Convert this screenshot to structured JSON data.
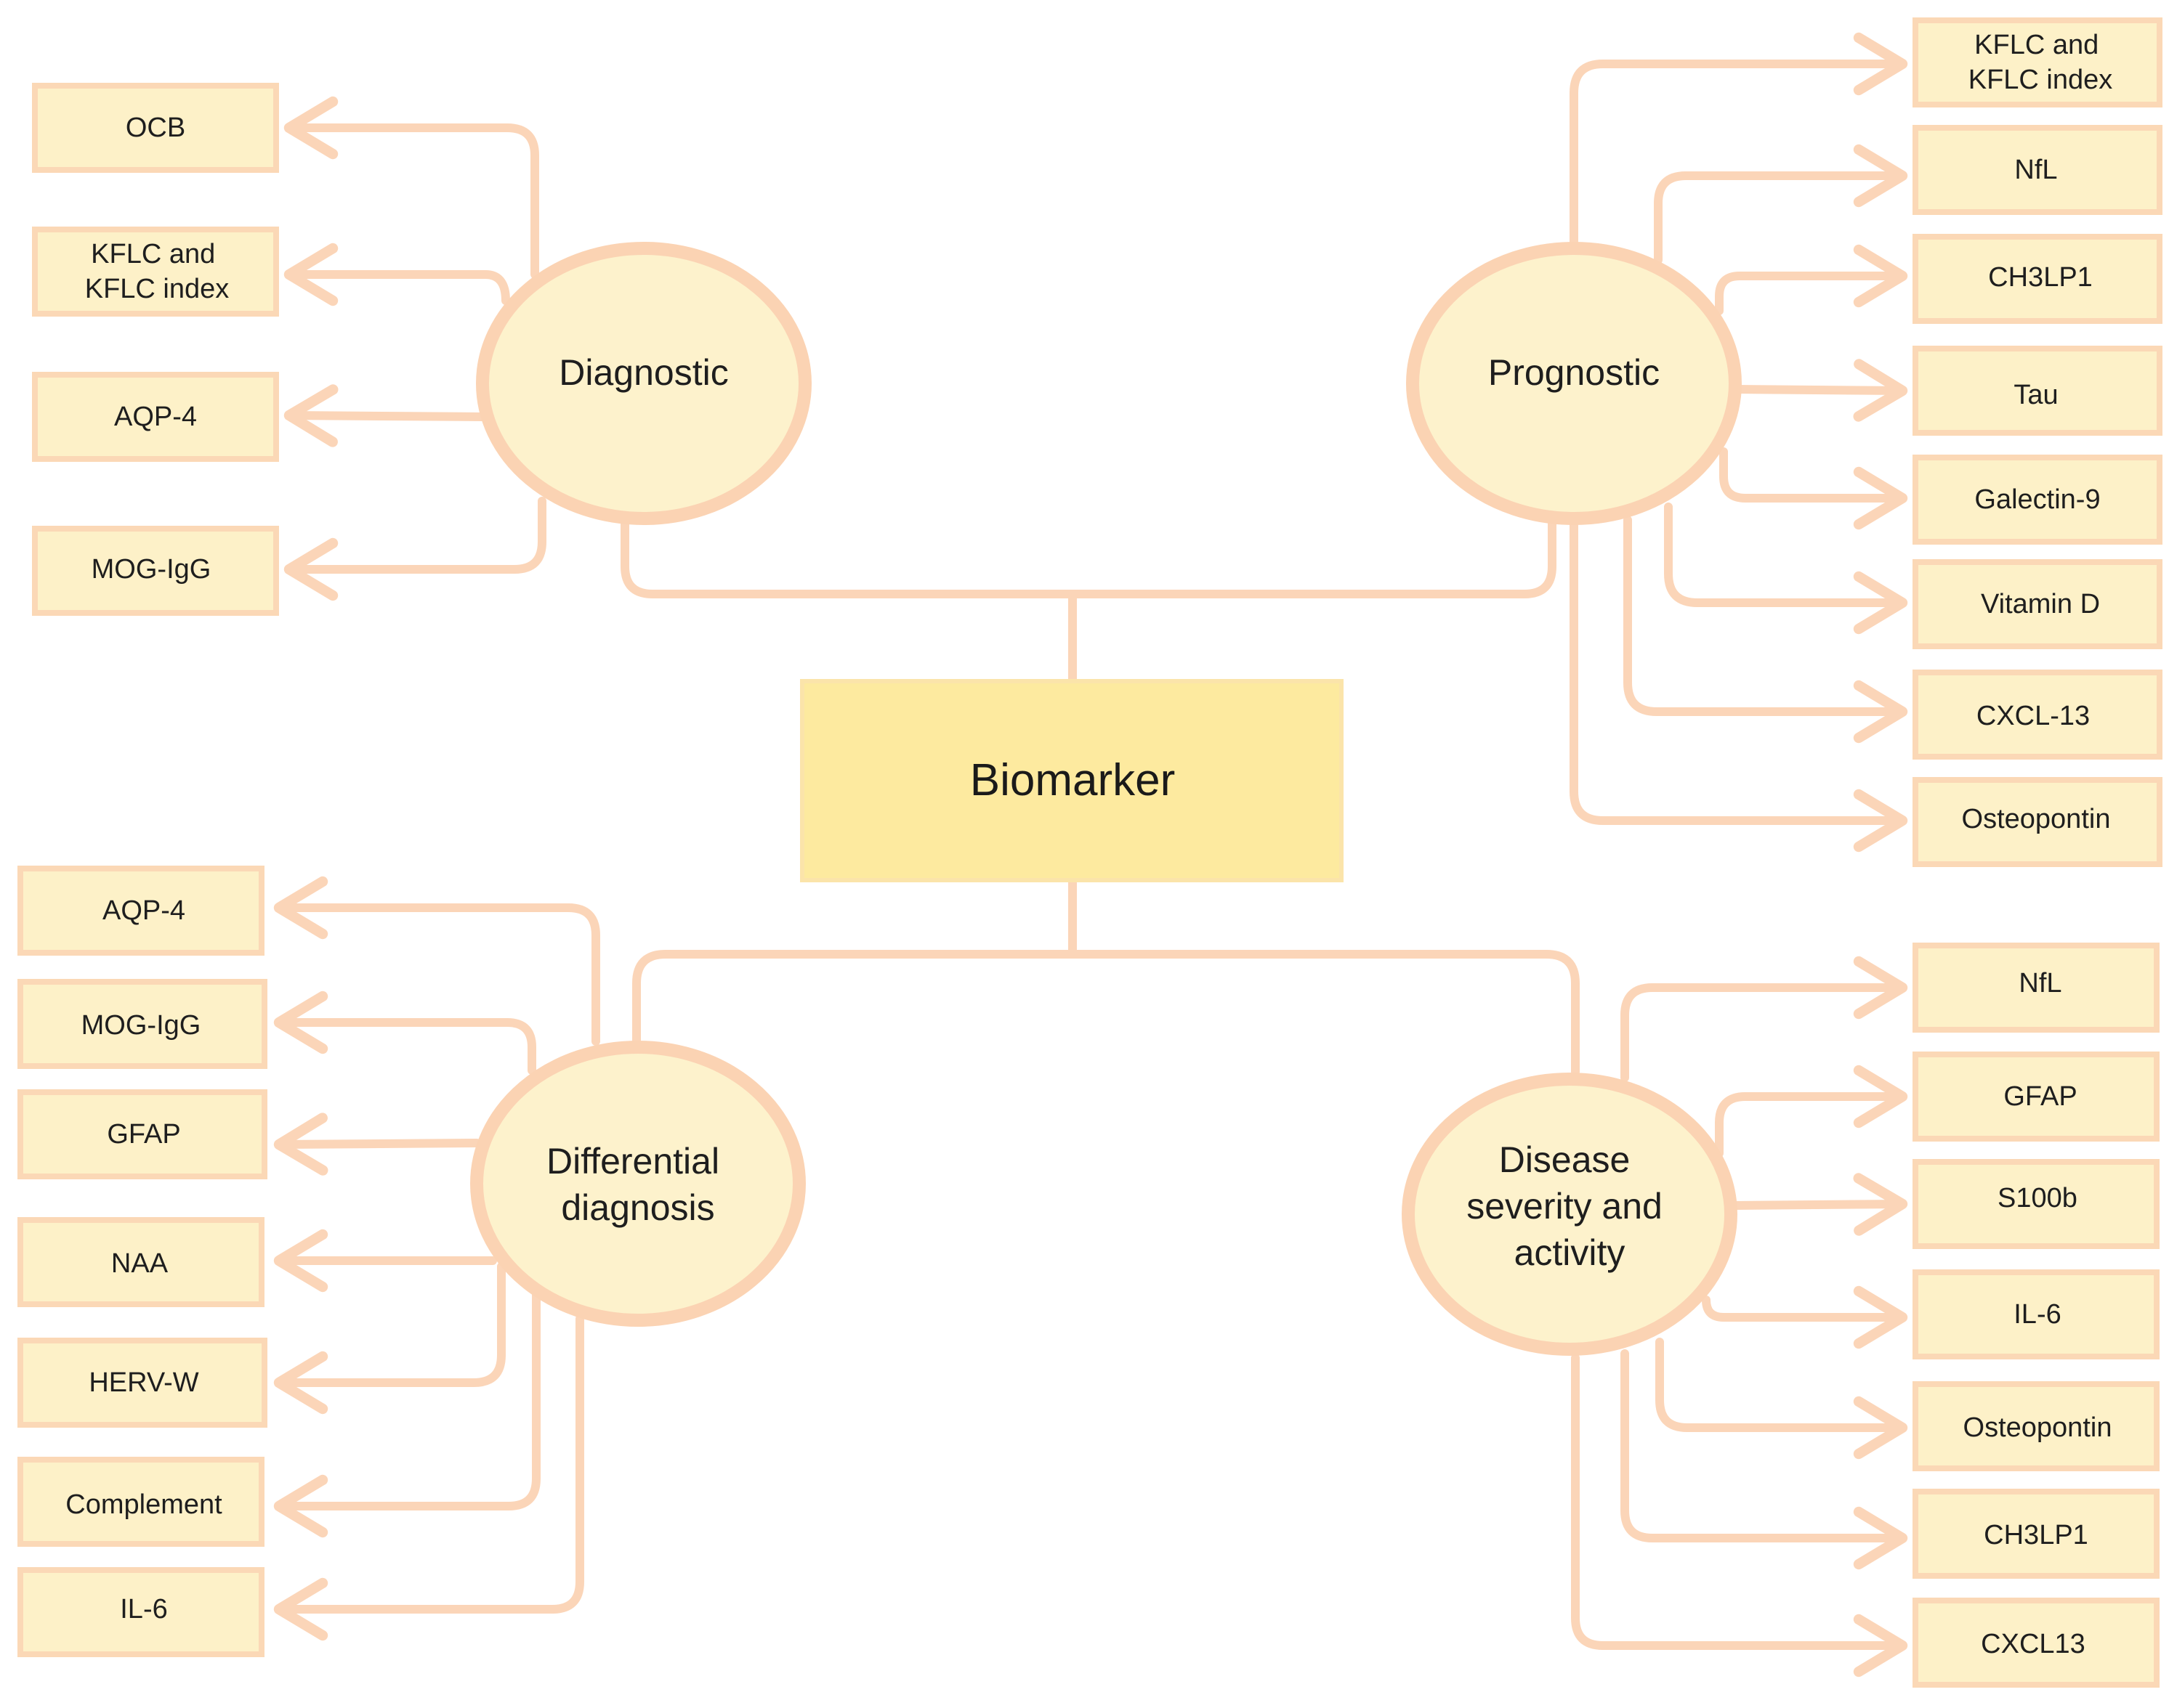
{
  "root": {
    "label": "Biomarker"
  },
  "categories": [
    {
      "id": "diagnostic",
      "label_lines": [
        "Diagnostic"
      ],
      "items": [
        "OCB",
        [
          "KFLC and",
          "KFLC index"
        ],
        "AQP-4",
        "MOG-IgG"
      ]
    },
    {
      "id": "prognostic",
      "label_lines": [
        "Prognostic"
      ],
      "items": [
        [
          "KFLC and",
          "KFLC index"
        ],
        "NfL",
        "CH3LP1",
        "Tau",
        "Galectin-9",
        "Vitamin D",
        "CXCL-13",
        "Osteopontin"
      ]
    },
    {
      "id": "differential-diagnosis",
      "label_lines": [
        "Differential",
        "diagnosis"
      ],
      "items": [
        "AQP-4",
        "MOG-IgG",
        "GFAP",
        "NAA",
        "HERV-W",
        "Complement",
        "IL-6"
      ]
    },
    {
      "id": "disease-severity",
      "label_lines": [
        "Disease",
        "severity and",
        "activity"
      ],
      "items": [
        "NfL",
        "GFAP",
        "S100b",
        "IL-6",
        "Osteopontin",
        "CH3LP1",
        "CXCL13"
      ]
    }
  ],
  "colors": {
    "connector": "#fbd5b8",
    "leaf_fill": "#fdf1c8",
    "category_fill": "#fdf2cc",
    "root_fill": "#fdea9f"
  }
}
